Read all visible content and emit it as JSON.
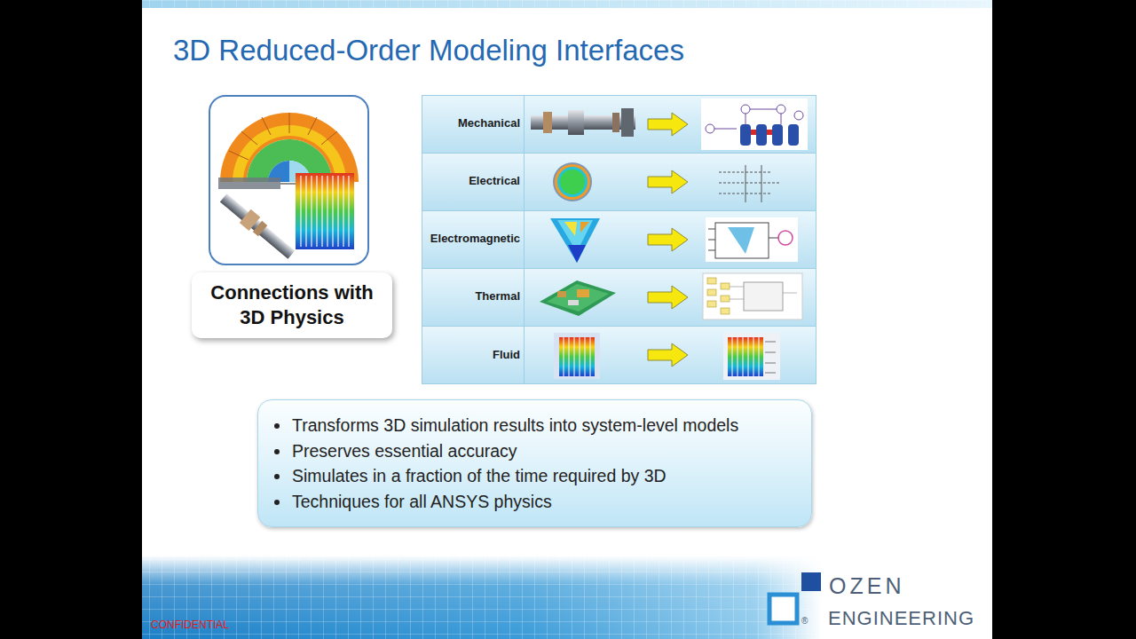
{
  "diagram": {
    "title": "3D Reduced-Order Modeling Interfaces",
    "nodes": [
      {
        "text": [
          "Connections with 3D Physics"
        ]
      },
      {
        "text": [
          "Transforms 3D simulation results into system-level models",
          "Preserves essential accuracy",
          "Simulates in a fraction of the time required by 3D",
          "Techniques for all ANSYS physics"
        ]
      }
    ],
    "labels": [
      "Mechanical",
      "Electrical",
      "Electromagnetic",
      "Thermal",
      "Fluid",
      "CONFIDENTIAL",
      "OZEN",
      "®",
      "ENGINEERING"
    ]
  }
}
